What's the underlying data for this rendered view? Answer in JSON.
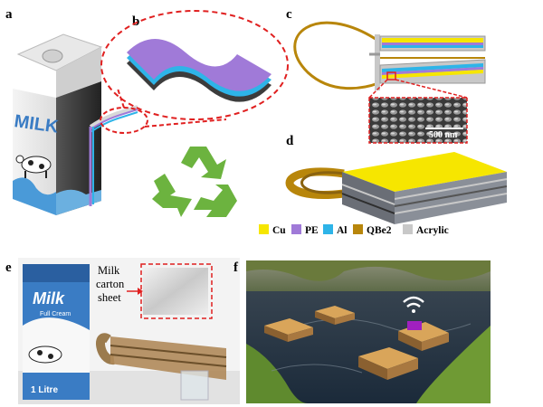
{
  "panels": {
    "a": "a",
    "b": "b",
    "c": "c",
    "d": "d",
    "e": "e",
    "f": "f"
  },
  "carton_a": {
    "brand": "MILK"
  },
  "sem": {
    "scale_label": "500 nm"
  },
  "legend": [
    {
      "label": "Cu",
      "color": "#f6e600"
    },
    {
      "label": "PE",
      "color": "#a07ad8"
    },
    {
      "label": "Al",
      "color": "#2eb4e8"
    },
    {
      "label": "QBe2",
      "color": "#b8860b"
    },
    {
      "label": "Acrylic",
      "color": "#c8c8c8"
    }
  ],
  "photo_e": {
    "carton_brand": "Milk",
    "carton_sub": "Full Cream",
    "carton_volume": "1 Litre",
    "annotation": [
      "Milk",
      "carton",
      "sheet"
    ]
  },
  "colors": {
    "dash_red": "#e02020",
    "recycle_green": "#6cb33f",
    "milk_blue": "#3a7cc4"
  }
}
